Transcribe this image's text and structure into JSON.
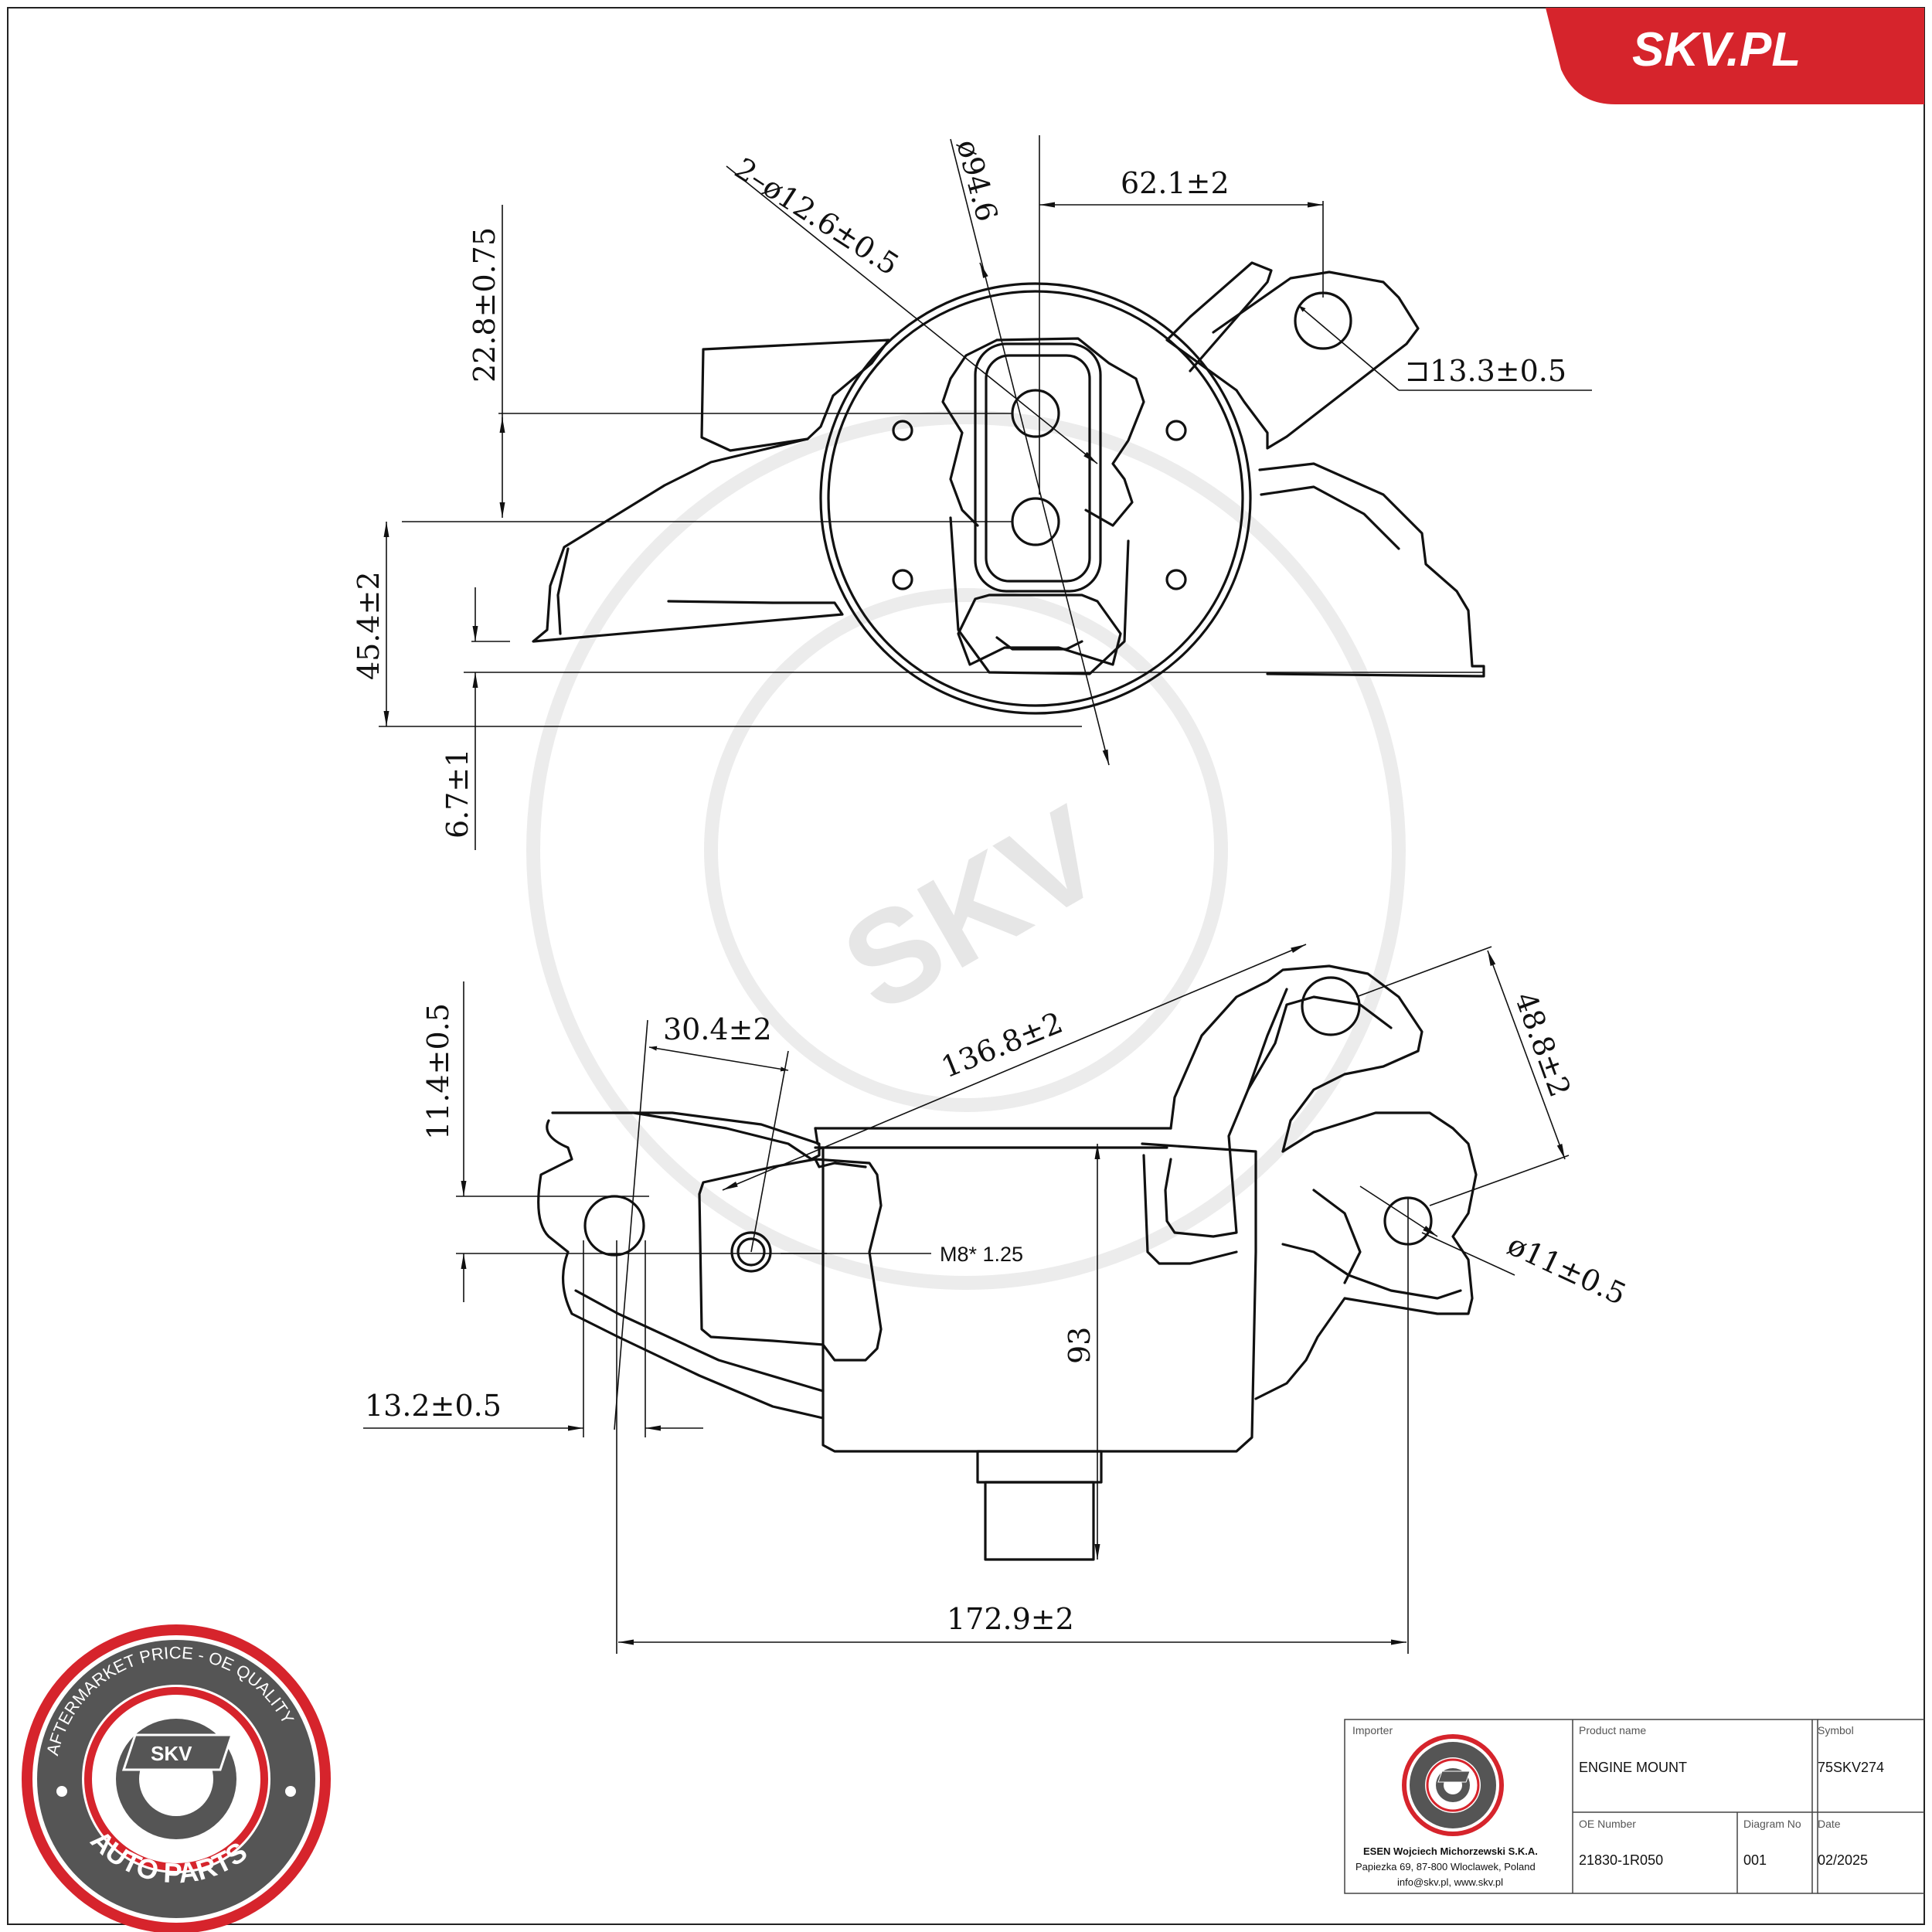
{
  "brand": {
    "logo_text": "SKV.PL",
    "accent_color": "#d6242c"
  },
  "stamp": {
    "ring_text_top": "AFTERMARKET PRICE - OE QUALITY",
    "ring_text_bottom": "AUTO PARTS",
    "center_text": "SKV"
  },
  "watermark_text": "SKV",
  "top_view": {
    "dims": {
      "hole_pair": "2–ø12.6±0.5",
      "body_dia": "ø94.6",
      "bracket_offset": "62.1±2",
      "square_hole": "⊐13.3±0.5",
      "hole_spacing": "22.8±0.75",
      "height_total": "45.4±2",
      "base_thickness": "6.7±1"
    }
  },
  "side_view": {
    "dims": {
      "arm_offset": "30.4±2",
      "hole_offset_v": "11.4±0.5",
      "center_distance": "136.8±2",
      "bracket_height": "48.8±2",
      "thread": "M8* 1.25",
      "hole_dia": "ø11±0.5",
      "height": "93",
      "hole_width": "13.2±0.5",
      "overall_length": "172.9±2"
    }
  },
  "title_block": {
    "importer_label": "Importer",
    "product_name_label": "Product name",
    "product_name": "ENGINE MOUNT",
    "symbol_label": "Symbol",
    "symbol": "75SKV274",
    "oe_number_label": "OE Number",
    "oe_number": "21830-1R050",
    "diagram_no_label": "Diagram No",
    "diagram_no": "001",
    "date_label": "Date",
    "date": "02/2025",
    "company": "ESEN Wojciech Michorzewski S.K.A.",
    "address": "Papiezka 69, 87-800 Wloclawek, Poland",
    "contact": "info@skv.pl, www.skv.pl"
  }
}
